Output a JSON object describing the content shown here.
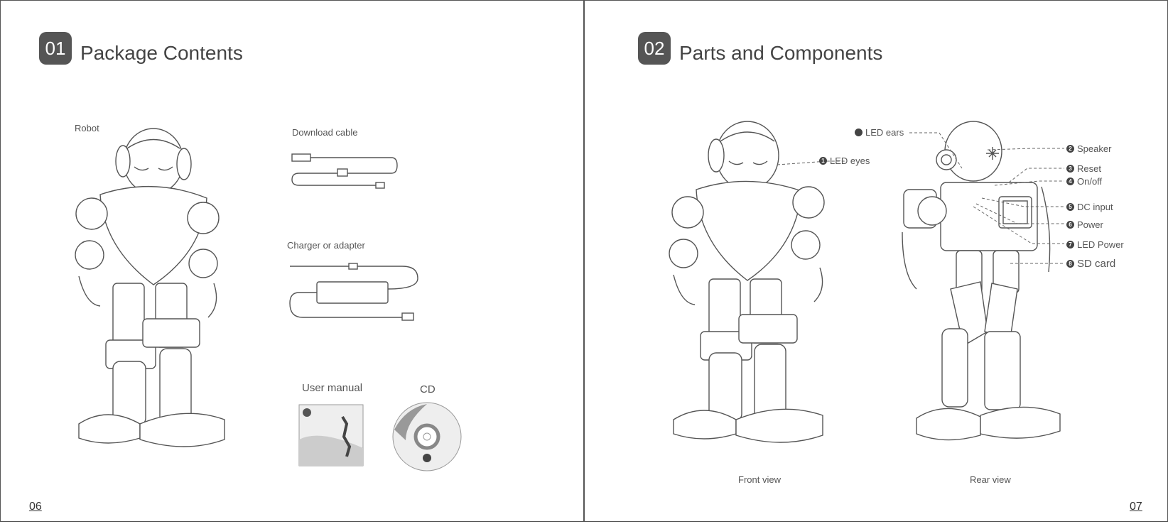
{
  "left_page": {
    "section_number": "01",
    "section_title": "Package Contents",
    "items": {
      "robot": "Robot",
      "download_cable": "Download cable",
      "charger": "Charger or adapter",
      "user_manual": "User manual",
      "cd": "CD"
    },
    "page_number": "06"
  },
  "right_page": {
    "section_number": "02",
    "section_title": "Parts and Components",
    "callouts": {
      "led_eyes": {
        "num": "1",
        "label": "LED eyes"
      },
      "led_ears": {
        "label": "LED ears"
      },
      "speaker": {
        "num": "2",
        "label": "Speaker"
      },
      "reset": {
        "num": "3",
        "label": "Reset"
      },
      "onoff": {
        "num": "4",
        "label": "On/off"
      },
      "dc_input": {
        "num": "5",
        "label": "DC input"
      },
      "power": {
        "num": "6",
        "label": "Power"
      },
      "led_power": {
        "num": "7",
        "label": "LED Power"
      },
      "sd_card": {
        "num": "8",
        "label": "SD card"
      }
    },
    "views": {
      "front": "Front view",
      "rear": "Rear view"
    },
    "page_number": "07"
  }
}
